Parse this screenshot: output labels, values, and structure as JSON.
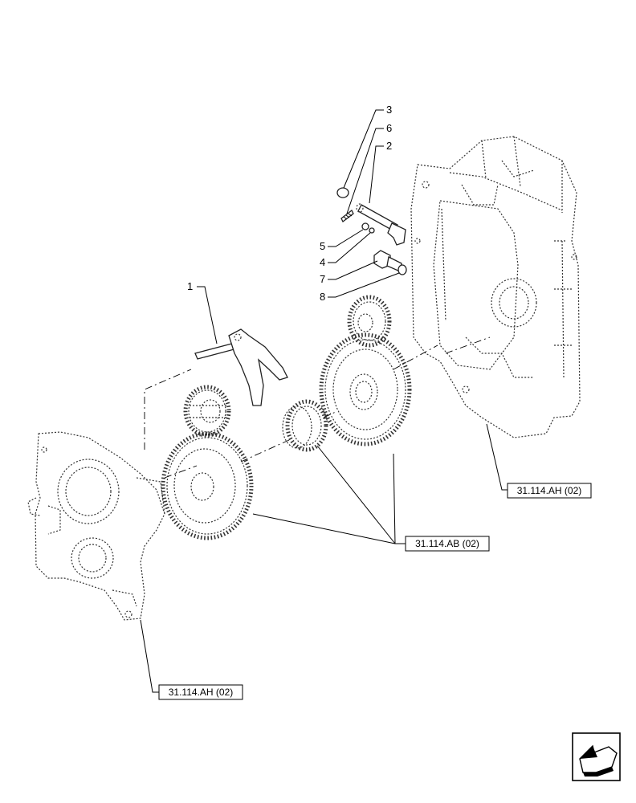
{
  "callouts": [
    {
      "id": "3",
      "label": "3"
    },
    {
      "id": "6",
      "label": "6"
    },
    {
      "id": "2",
      "label": "2"
    },
    {
      "id": "5",
      "label": "5"
    },
    {
      "id": "4",
      "label": "4"
    },
    {
      "id": "7",
      "label": "7"
    },
    {
      "id": "8",
      "label": "8"
    },
    {
      "id": "1",
      "label": "1"
    }
  ],
  "references": [
    {
      "label": "31.114.AH (02)"
    },
    {
      "label": "31.114.AB (02)"
    },
    {
      "label": "31.114.AH (02)"
    }
  ],
  "nav_icon": "next-page-arrow-icon"
}
